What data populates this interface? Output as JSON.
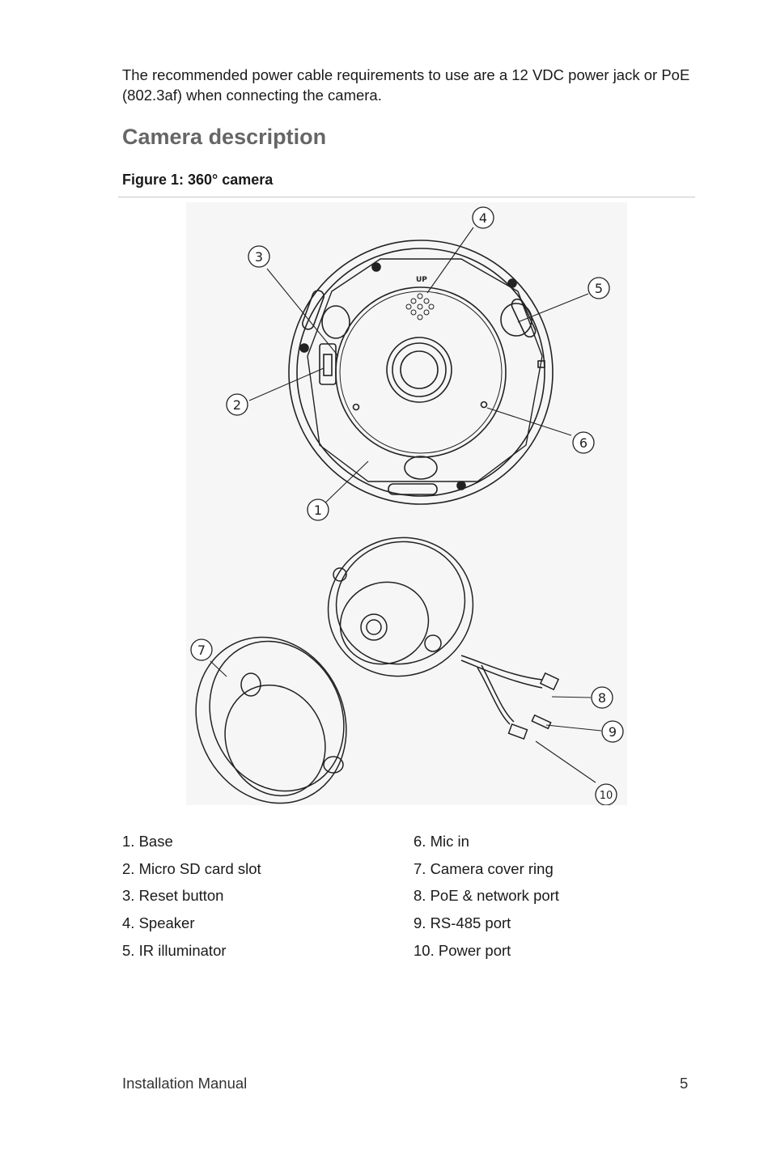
{
  "intro_text": "The recommended power cable requirements to use are a 12 VDC power jack or PoE (802.3af) when connecting the camera.",
  "section_title": "Camera description",
  "figure_caption": "Figure 1: 360° camera",
  "figure": {
    "up_label": "UP",
    "callouts": [
      "1",
      "2",
      "3",
      "4",
      "5",
      "6",
      "7",
      "8",
      "9",
      "10"
    ]
  },
  "legend": {
    "left": [
      "1. Base",
      "2. Micro SD card slot",
      "3. Reset button",
      "4. Speaker",
      "5. IR illuminator"
    ],
    "right": [
      "6. Mic in",
      "7. Camera cover ring",
      "8. PoE & network port",
      "9. RS-485 port",
      "10. Power port"
    ]
  },
  "footer": {
    "title": "Installation Manual",
    "page_number": "5"
  }
}
